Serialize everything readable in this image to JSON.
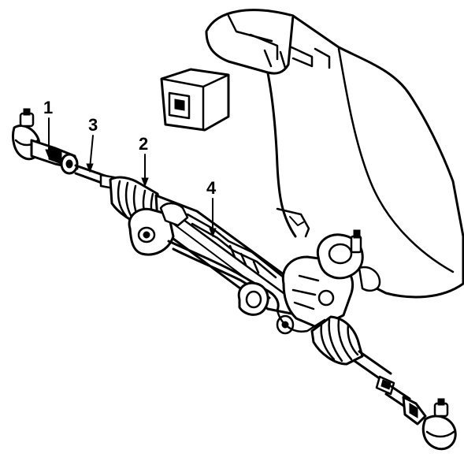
{
  "diagram": {
    "callouts": [
      {
        "id": "1",
        "text": "1"
      },
      {
        "id": "2",
        "text": "2"
      },
      {
        "id": "3",
        "text": "3"
      },
      {
        "id": "4",
        "text": "4"
      }
    ],
    "stroke_color": "#000000",
    "background_color": "#ffffff"
  }
}
